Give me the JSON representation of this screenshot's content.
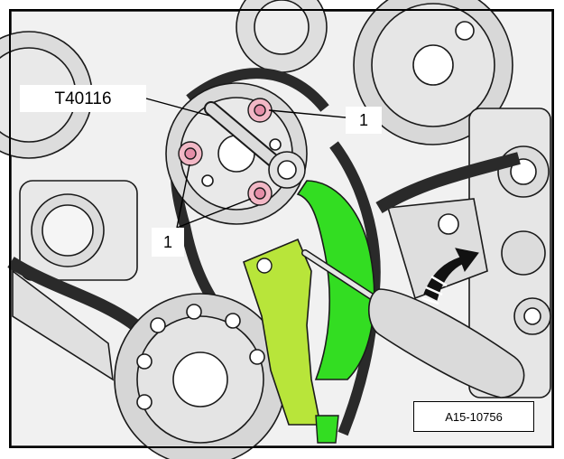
{
  "callouts": {
    "tool_label": "T40116",
    "bolt_label_top": "1",
    "bolt_label_left": "1"
  },
  "figure_ref": "A15-10756",
  "colors": {
    "background": "#ffffff",
    "line_art": "#1a1a1a",
    "engine_fill": "#eeeeee",
    "tensioner_highlight": "#33dd22",
    "guide_highlight": "#b8e53a",
    "bolt_pink": "#f2b8c6",
    "arrow_black": "#111111"
  }
}
